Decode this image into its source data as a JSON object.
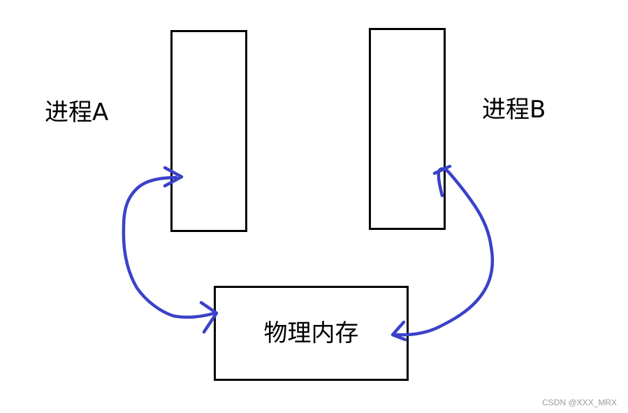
{
  "diagram": {
    "process_a_label": "进程A",
    "process_b_label": "进程B",
    "memory_label": "物理内存",
    "arrow_color": "#3a42c8",
    "watermark": "CSDN @XXX_MRX"
  }
}
